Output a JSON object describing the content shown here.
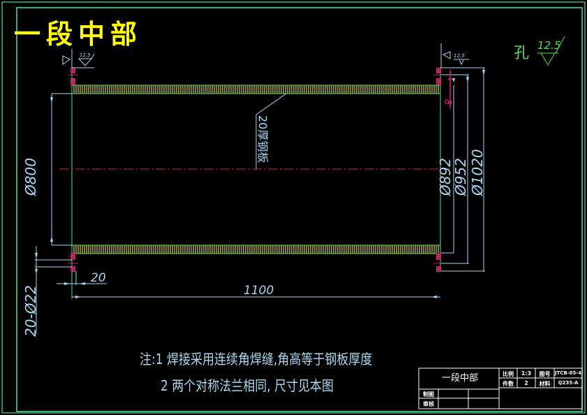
{
  "drawing": {
    "title": "一段中部",
    "notes": [
      "注:1 焊接采用连续角焊缝,角高等于钢板厚度",
      "2 两个对称法兰相同, 尺寸见本图"
    ],
    "hole_roughness": {
      "label": "孔",
      "value": "12.5"
    },
    "surface_roughness_left": "12.5",
    "surface_roughness_right": "12.5",
    "dimensions": {
      "inner_diameter": "Ø800",
      "d1": "Ø892",
      "d2": "Ø952",
      "d3": "Ø1020",
      "length": "1100",
      "flange_thickness": "20",
      "holes": "20-Ø22",
      "plate_note": "20厚钢板",
      "flange_offset": "8"
    },
    "colors": {
      "background": "#000000",
      "border": "#55dd99",
      "dimension": "#a8d8f0",
      "weld_fill": "#ffff66",
      "flange": "#e0207a",
      "centerline": "#cc2255",
      "title": "#ffff00",
      "hole_label": "#55dd55"
    }
  },
  "title_block": {
    "name": "一段中部",
    "scale_label": "比例",
    "scale_value": "1:3",
    "drawing_no_label": "图号",
    "drawing_no_value": "JTCB-05-4",
    "qty_label": "件数",
    "qty_value": "2",
    "material_label": "材料",
    "material_value": "Q235-A",
    "drawn_label": "制图",
    "checked_label": "审核"
  }
}
